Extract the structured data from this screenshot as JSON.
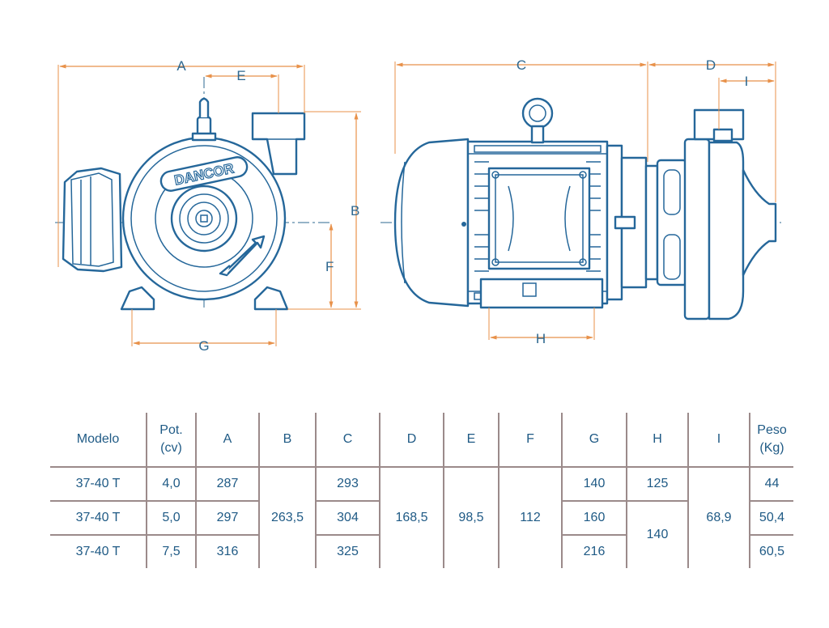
{
  "drawing": {
    "dimensions": {
      "A": "A",
      "B": "B",
      "C": "C",
      "D": "D",
      "E": "E",
      "F": "F",
      "G": "G",
      "H": "H",
      "I": "I"
    },
    "brand": "DANCOR",
    "colors": {
      "pump": "#25679a",
      "dimension": "#e8914a",
      "text": "#2e6890",
      "grid": "#9b8a8a"
    }
  },
  "table": {
    "headers": {
      "modelo": "Modelo",
      "pot_line1": "Pot.",
      "pot_line2": "(cv)",
      "a": "A",
      "b": "B",
      "c": "C",
      "d": "D",
      "e": "E",
      "f": "F",
      "g": "G",
      "h": "H",
      "i": "I",
      "peso_line1": "Peso",
      "peso_line2": "(Kg)"
    },
    "rows": [
      {
        "modelo": "37-40 T",
        "pot": "4,0",
        "a": "287",
        "c": "293",
        "g": "140",
        "h": "125",
        "peso": "44"
      },
      {
        "modelo": "37-40 T",
        "pot": "5,0",
        "a": "297",
        "c": "304",
        "g": "160",
        "peso": "50,4"
      },
      {
        "modelo": "37-40 T",
        "pot": "7,5",
        "a": "316",
        "c": "325",
        "g": "216",
        "peso": "60,5"
      }
    ],
    "shared": {
      "b": "263,5",
      "d": "168,5",
      "e": "98,5",
      "f": "112",
      "h_rows_2_3": "140",
      "i": "68,9"
    }
  }
}
